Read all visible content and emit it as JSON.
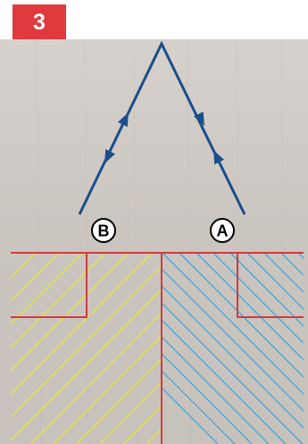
{
  "step": {
    "number": "3",
    "color": "#e03a3e"
  },
  "diagram": {
    "points": {
      "a_label": "A",
      "b_label": "B"
    },
    "colors": {
      "path": "#1a4e8a",
      "outline": "#d23a3f",
      "hatch_left": "#e8e53a",
      "hatch_right": "#3aa6e0",
      "wood": "#cfc9c4"
    }
  }
}
